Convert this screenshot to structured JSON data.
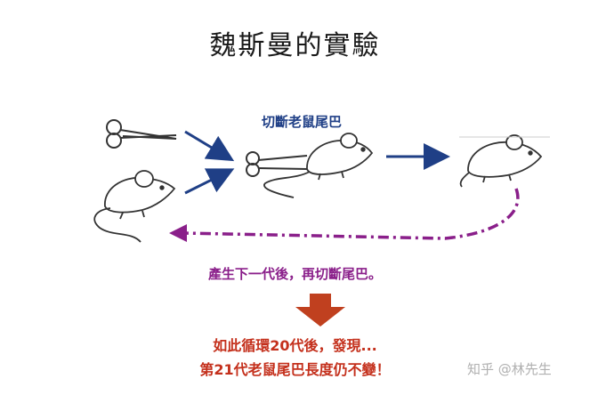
{
  "title": "魏斯曼的實驗",
  "cut_label": "切斷老鼠尾巴",
  "repeat_caption": "產生下一代後，再切斷尾巴。",
  "result": {
    "line1": "如此循環20代後，發現...",
    "line2": "第21代老鼠尾巴長度仍不變！"
  },
  "watermark": "知乎 @林先生",
  "colors": {
    "arrow_blue": "#1f3f86",
    "loop_purple": "#8a1f8a",
    "result_red": "#c4301c",
    "down_arrow": "#c0401f"
  }
}
